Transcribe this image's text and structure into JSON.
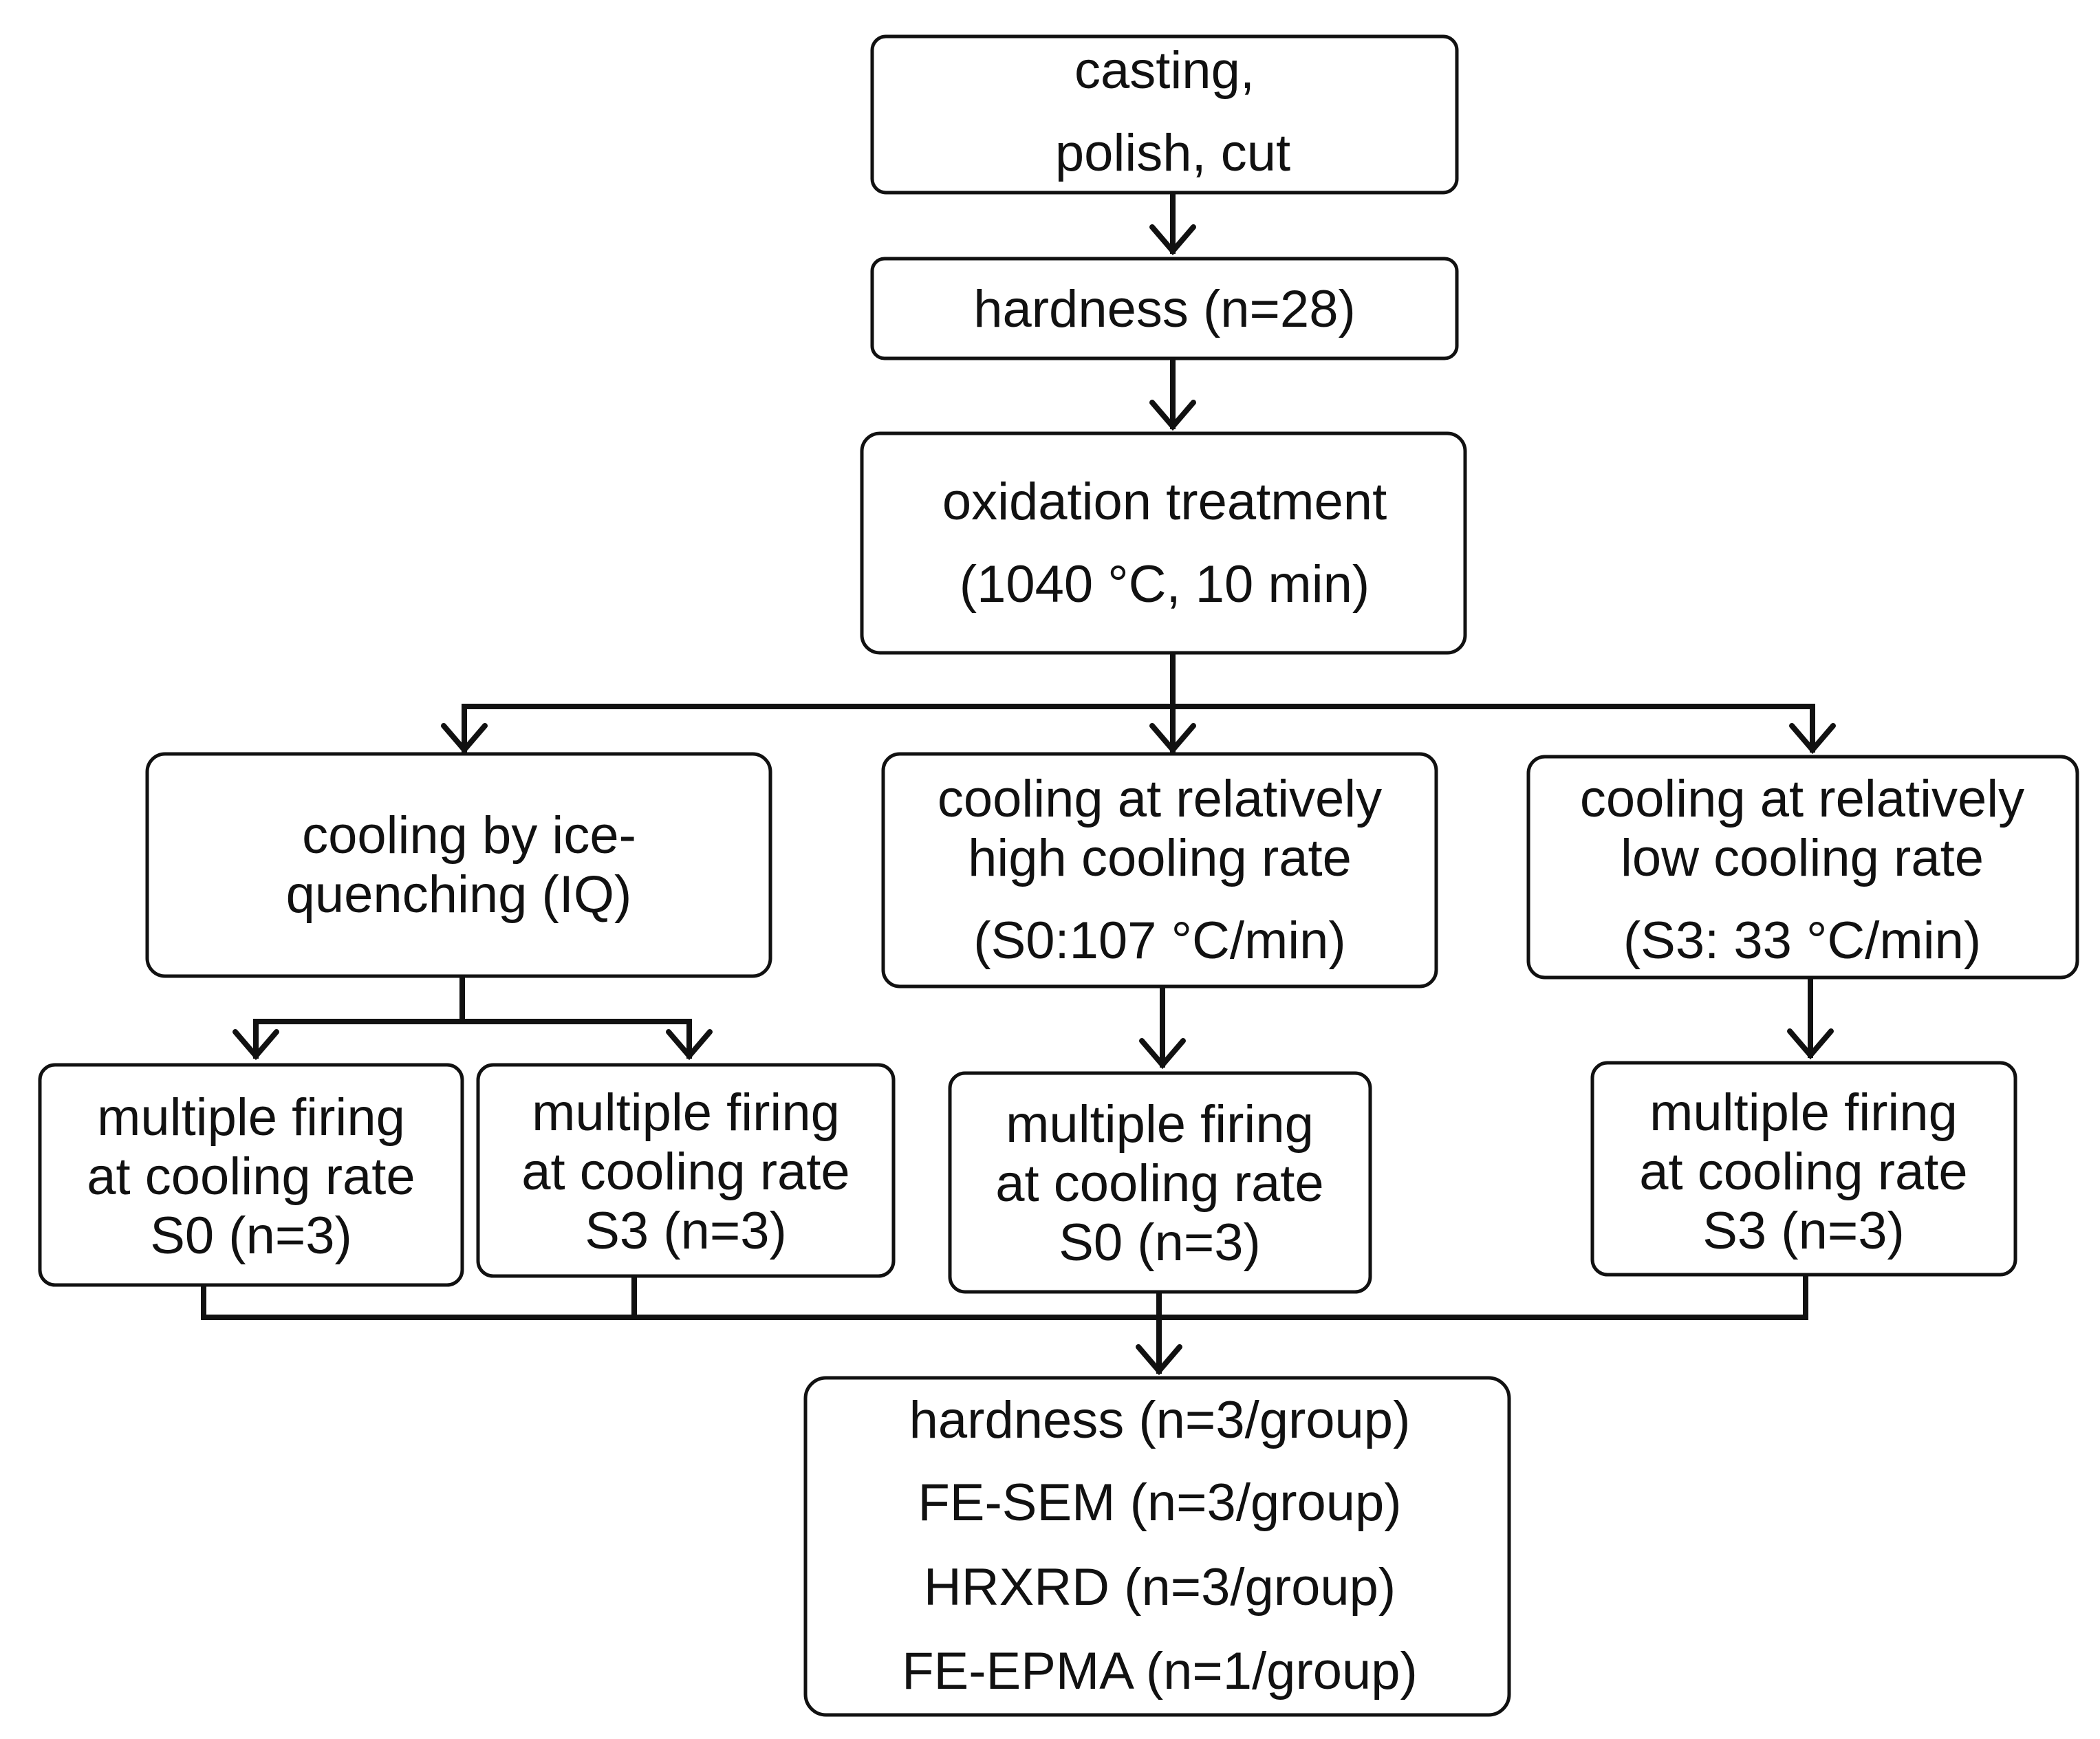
{
  "diagram": {
    "nodes": {
      "casting": {
        "lines": [
          "casting,",
          "polish, cut"
        ]
      },
      "hardness_initial": {
        "lines": [
          "hardness (n=28)"
        ]
      },
      "oxidation": {
        "lines": [
          "oxidation treatment",
          "(1040 °C, 10 min)"
        ]
      },
      "ice_quenching": {
        "lines": [
          "cooling by ice-",
          "quenching (IQ)"
        ]
      },
      "high_cooling": {
        "lines": [
          "cooling at relatively",
          "high cooling rate",
          "(S0:107 °C/min)"
        ]
      },
      "low_cooling": {
        "lines": [
          "cooling at relatively",
          "low cooling rate",
          "(S3: 33 °C/min)"
        ]
      },
      "iq_firing_s0": {
        "lines": [
          "multiple firing",
          "at cooling rate",
          "S0 (n=3)"
        ]
      },
      "iq_firing_s3": {
        "lines": [
          "multiple firing",
          "at cooling rate",
          "S3 (n=3)"
        ]
      },
      "s0_firing": {
        "lines": [
          "multiple firing",
          "at cooling rate",
          "S0 (n=3)"
        ]
      },
      "s3_firing": {
        "lines": [
          "multiple firing",
          "at cooling rate",
          "S3 (n=3)"
        ]
      },
      "analysis": {
        "lines": [
          "hardness (n=3/group)",
          "FE-SEM (n=3/group)",
          "HRXRD (n=3/group)",
          "FE-EPMA (n=1/group)"
        ]
      }
    },
    "edges": [
      {
        "from": "casting",
        "to": "hardness_initial"
      },
      {
        "from": "hardness_initial",
        "to": "oxidation"
      },
      {
        "from": "oxidation",
        "to": "ice_quenching"
      },
      {
        "from": "oxidation",
        "to": "high_cooling"
      },
      {
        "from": "oxidation",
        "to": "low_cooling"
      },
      {
        "from": "ice_quenching",
        "to": "iq_firing_s0"
      },
      {
        "from": "ice_quenching",
        "to": "iq_firing_s3"
      },
      {
        "from": "high_cooling",
        "to": "s0_firing"
      },
      {
        "from": "low_cooling",
        "to": "s3_firing"
      },
      {
        "from": "iq_firing_s0",
        "to": "analysis"
      },
      {
        "from": "iq_firing_s3",
        "to": "analysis"
      },
      {
        "from": "s0_firing",
        "to": "analysis"
      },
      {
        "from": "s3_firing",
        "to": "analysis"
      }
    ]
  }
}
